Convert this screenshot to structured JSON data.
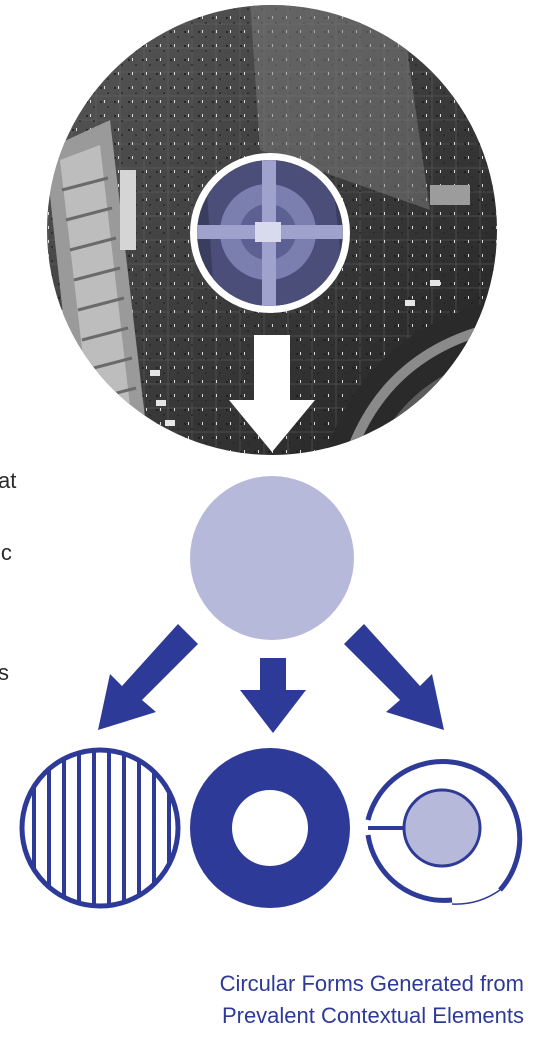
{
  "left_text_fragments": [
    "at",
    "ic",
    "s"
  ],
  "colors": {
    "accent_blue": "#2e3a97",
    "lavender": "#b7b9db",
    "photo_dark": "#3a3a3a"
  },
  "caption": {
    "line1": "Circular Forms Generated from",
    "line2": "Prevalent Contextual Elements"
  }
}
